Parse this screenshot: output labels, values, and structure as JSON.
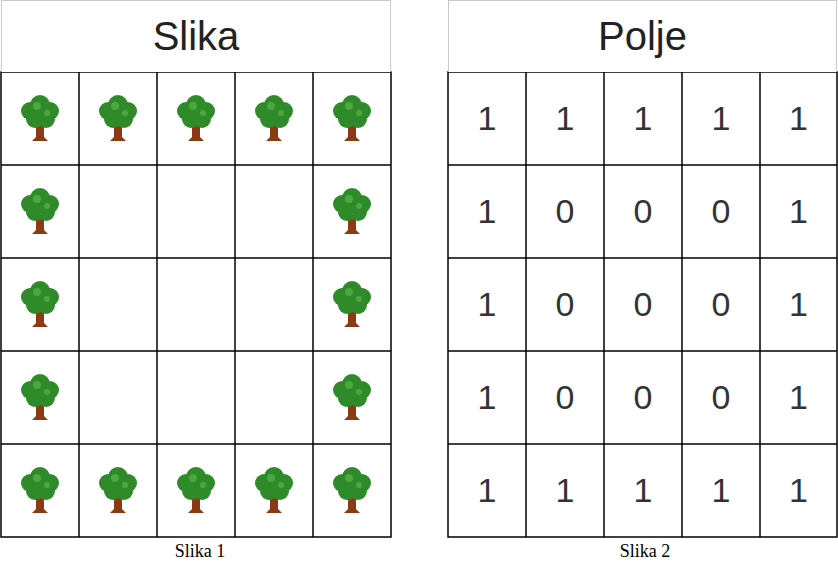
{
  "diagram": {
    "nodes": [
      {
        "text": [
          "Slika"
        ]
      },
      {
        "text": [
          "Polje"
        ]
      }
    ],
    "labels": [
      "1",
      "1",
      "1",
      "1",
      "1",
      "1",
      "0",
      "0",
      "0",
      "1",
      "1",
      "0",
      "0",
      "0",
      "1",
      "1",
      "0",
      "0",
      "0",
      "1",
      "1",
      "1",
      "1",
      "1",
      "1",
      "Slika 1",
      "Slika 2"
    ]
  }
}
